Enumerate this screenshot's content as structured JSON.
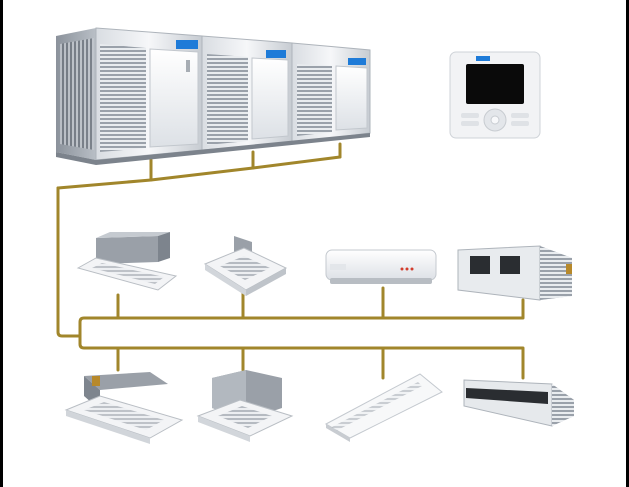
{
  "diagram": {
    "pipe_color": "#a1862b",
    "frame_color": "#000000",
    "background": "#ffffff",
    "outdoor_unit": {
      "name": "outdoor-vrf-unit",
      "modules": 3,
      "badge_color": "#1e7bd8"
    },
    "controller": {
      "name": "wired-controller",
      "screen_color": "#0a0a0a"
    },
    "indoor_units_row1": [
      {
        "name": "ceiling-concealed-cassette-unit"
      },
      {
        "name": "four-way-cassette-unit"
      },
      {
        "name": "wall-mounted-unit"
      },
      {
        "name": "ducted-unit"
      }
    ],
    "indoor_units_row2": [
      {
        "name": "one-way-cassette-unit"
      },
      {
        "name": "compact-cassette-unit"
      },
      {
        "name": "ceiling-floor-unit"
      },
      {
        "name": "slim-duct-unit"
      }
    ]
  }
}
